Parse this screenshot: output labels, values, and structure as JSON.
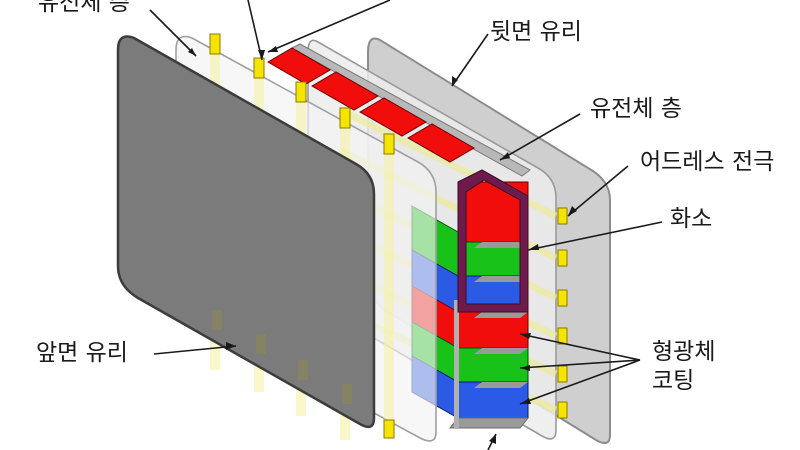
{
  "labels": {
    "dielectric_front": "유전체 층",
    "back_glass": "뒷면 유리",
    "dielectric_back": "유전체 층",
    "address_electrode": "어드레스 전극",
    "pixel": "화소",
    "front_glass": "앞면 유리",
    "phosphor": "형광체\n코팅"
  },
  "colors": {
    "red": "#f20d0d",
    "green": "#19c219",
    "blue": "#2a5ae6",
    "electrode": "#f5e400",
    "pixel_outline": "#6e1a4c",
    "glass_front": "#7b7b7b",
    "glass_back": "#cccccc"
  }
}
